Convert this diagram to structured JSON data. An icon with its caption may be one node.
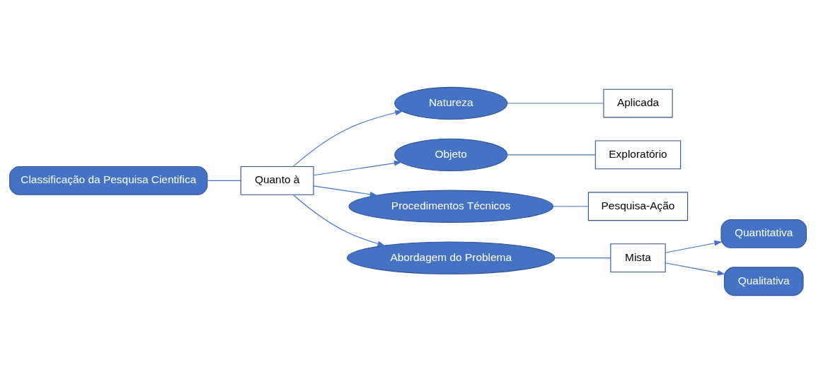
{
  "diagram": {
    "nodes": [
      {
        "text": [
          "Classificação da Pesquisa Cientifica"
        ]
      },
      {
        "text": [
          "Quanto à"
        ]
      },
      {
        "text": [
          "Natureza"
        ]
      },
      {
        "text": [
          "Objeto"
        ]
      },
      {
        "text": [
          "Procedimentos Técnicos"
        ]
      },
      {
        "text": [
          "Abordagem do Problema"
        ]
      },
      {
        "text": [
          "Aplicada"
        ]
      },
      {
        "text": [
          "Exploratório"
        ]
      },
      {
        "text": [
          "Pesquisa-Ação"
        ]
      },
      {
        "text": [
          "Mista"
        ]
      },
      {
        "text": [
          "Quantitativa"
        ]
      },
      {
        "text": [
          "Qualitativa"
        ]
      }
    ],
    "edges": [
      {
        "from": 0,
        "to": 1,
        "arrow": "none"
      },
      {
        "from": 1,
        "to": 2,
        "arrow": "to"
      },
      {
        "from": 1,
        "to": 3,
        "arrow": "to"
      },
      {
        "from": 1,
        "to": 4,
        "arrow": "to"
      },
      {
        "from": 1,
        "to": 5,
        "arrow": "to"
      },
      {
        "from": 2,
        "to": 6,
        "arrow": "none"
      },
      {
        "from": 3,
        "to": 7,
        "arrow": "none"
      },
      {
        "from": 4,
        "to": 8,
        "arrow": "none"
      },
      {
        "from": 5,
        "to": 9,
        "arrow": "none"
      },
      {
        "from": 9,
        "to": 10,
        "arrow": "to"
      },
      {
        "from": 9,
        "to": 11,
        "arrow": "to"
      }
    ]
  }
}
